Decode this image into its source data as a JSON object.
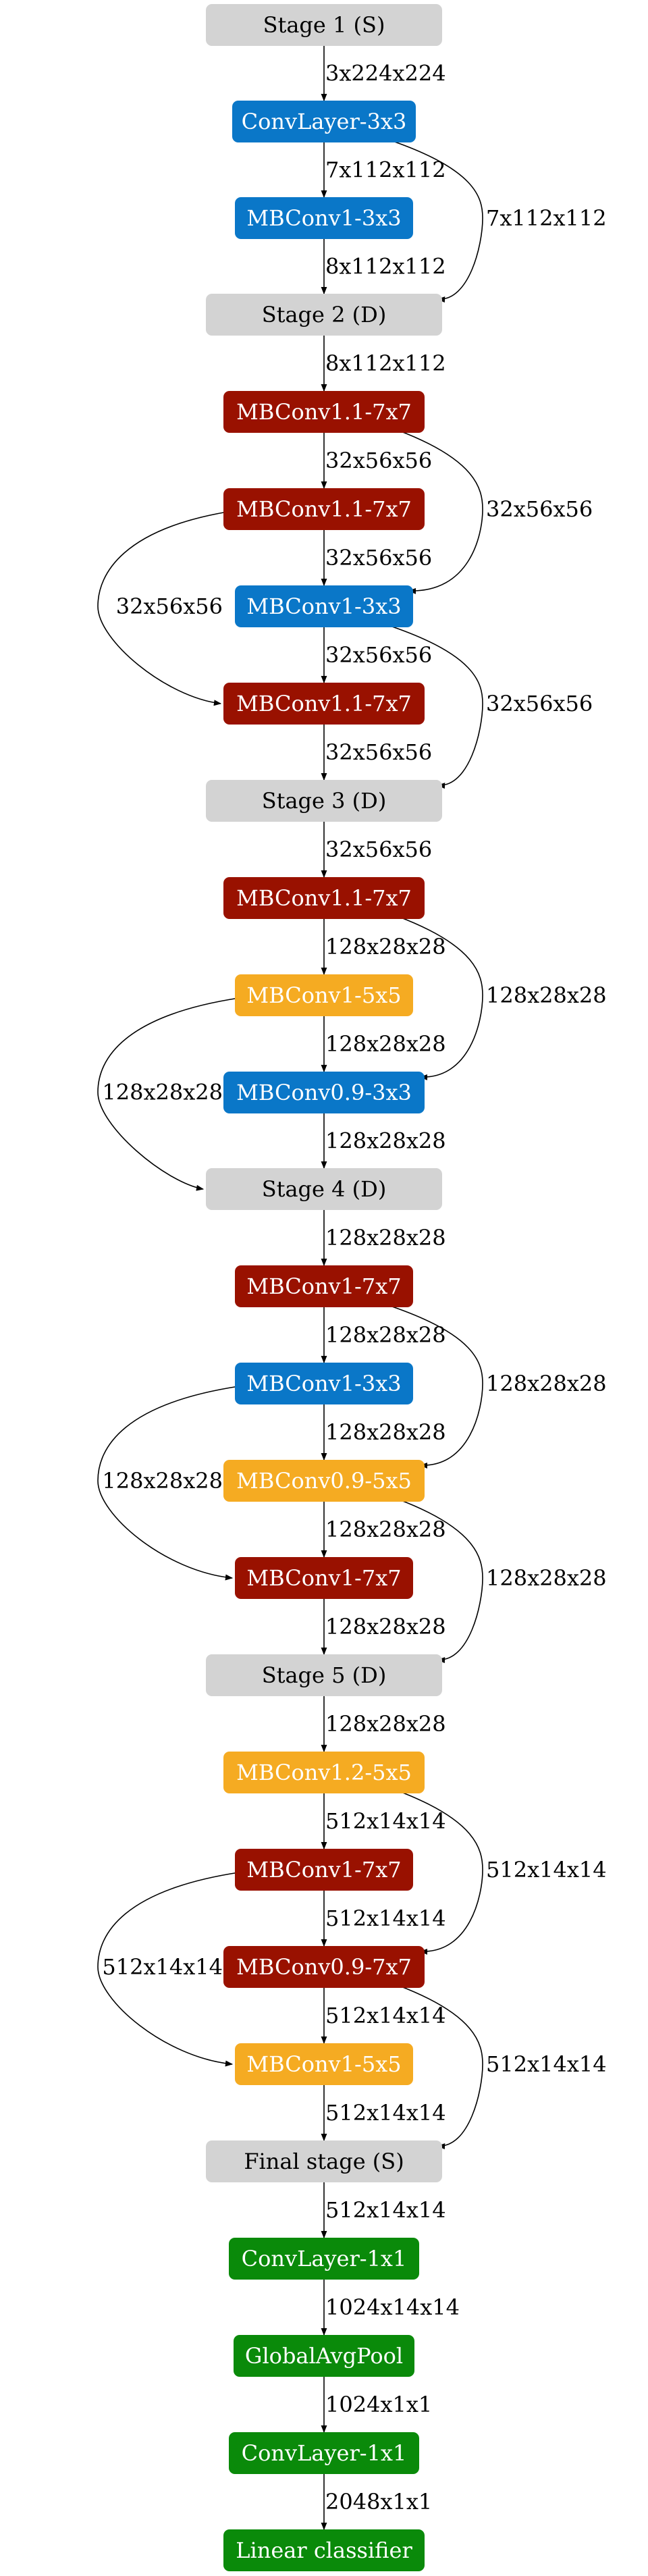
{
  "colors": {
    "stage": "#d3d3d3",
    "mbconv_7x7": "#991100",
    "mbconv_3x3": "#0a77c8",
    "mbconv_5x5": "#f5ab22",
    "dense": "#0a8a0a",
    "edge": "#000000"
  },
  "nodes": [
    {
      "id": "s1",
      "label": "Stage 1 (S)",
      "kind": "stage"
    },
    {
      "id": "n1",
      "label": "ConvLayer-3x3",
      "kind": "mbconv_3x3"
    },
    {
      "id": "n2",
      "label": "MBConv1-3x3",
      "kind": "mbconv_3x3"
    },
    {
      "id": "s2",
      "label": "Stage 2 (D)",
      "kind": "stage"
    },
    {
      "id": "n3",
      "label": "MBConv1.1-7x7",
      "kind": "mbconv_7x7"
    },
    {
      "id": "n4",
      "label": "MBConv1.1-7x7",
      "kind": "mbconv_7x7"
    },
    {
      "id": "n5",
      "label": "MBConv1-3x3",
      "kind": "mbconv_3x3"
    },
    {
      "id": "n6",
      "label": "MBConv1.1-7x7",
      "kind": "mbconv_7x7"
    },
    {
      "id": "s3",
      "label": "Stage 3 (D)",
      "kind": "stage"
    },
    {
      "id": "n7",
      "label": "MBConv1.1-7x7",
      "kind": "mbconv_7x7"
    },
    {
      "id": "n8",
      "label": "MBConv1-5x5",
      "kind": "mbconv_5x5"
    },
    {
      "id": "n9",
      "label": "MBConv0.9-3x3",
      "kind": "mbconv_3x3"
    },
    {
      "id": "s4",
      "label": "Stage 4 (D)",
      "kind": "stage"
    },
    {
      "id": "n10",
      "label": "MBConv1-7x7",
      "kind": "mbconv_7x7"
    },
    {
      "id": "n11",
      "label": "MBConv1-3x3",
      "kind": "mbconv_3x3"
    },
    {
      "id": "n12",
      "label": "MBConv0.9-5x5",
      "kind": "mbconv_5x5"
    },
    {
      "id": "n13",
      "label": "MBConv1-7x7",
      "kind": "mbconv_7x7"
    },
    {
      "id": "s5",
      "label": "Stage 5 (D)",
      "kind": "stage"
    },
    {
      "id": "n14",
      "label": "MBConv1.2-5x5",
      "kind": "mbconv_5x5"
    },
    {
      "id": "n15",
      "label": "MBConv1-7x7",
      "kind": "mbconv_7x7"
    },
    {
      "id": "n16",
      "label": "MBConv0.9-7x7",
      "kind": "mbconv_7x7"
    },
    {
      "id": "n17",
      "label": "MBConv1-5x5",
      "kind": "mbconv_5x5"
    },
    {
      "id": "s6",
      "label": "Final stage (S)",
      "kind": "stage"
    },
    {
      "id": "n18",
      "label": "ConvLayer-1x1",
      "kind": "dense"
    },
    {
      "id": "n19",
      "label": "GlobalAvgPool",
      "kind": "dense"
    },
    {
      "id": "n20",
      "label": "ConvLayer-1x1",
      "kind": "dense"
    },
    {
      "id": "n21",
      "label": "Linear classifier",
      "kind": "dense"
    }
  ],
  "edges": [
    {
      "from": "s1",
      "to": "n1",
      "label": "3x224x224"
    },
    {
      "from": "n1",
      "to": "n2",
      "label": "7x112x112"
    },
    {
      "from": "n1",
      "to": "s2",
      "label": "7x112x112"
    },
    {
      "from": "n2",
      "to": "s2",
      "label": "8x112x112"
    },
    {
      "from": "s2",
      "to": "n3",
      "label": "8x112x112"
    },
    {
      "from": "n3",
      "to": "n4",
      "label": "32x56x56"
    },
    {
      "from": "n3",
      "to": "n5",
      "label": "32x56x56"
    },
    {
      "from": "n4",
      "to": "n5",
      "label": "32x56x56"
    },
    {
      "from": "n4",
      "to": "n6",
      "label": "32x56x56"
    },
    {
      "from": "n5",
      "to": "n6",
      "label": "32x56x56"
    },
    {
      "from": "n5",
      "to": "s3",
      "label": "32x56x56"
    },
    {
      "from": "n6",
      "to": "s3",
      "label": "32x56x56"
    },
    {
      "from": "s3",
      "to": "n7",
      "label": "32x56x56"
    },
    {
      "from": "n7",
      "to": "n8",
      "label": "128x28x28"
    },
    {
      "from": "n7",
      "to": "n9",
      "label": "128x28x28"
    },
    {
      "from": "n8",
      "to": "n9",
      "label": "128x28x28"
    },
    {
      "from": "n8",
      "to": "s4",
      "label": "128x28x28"
    },
    {
      "from": "n9",
      "to": "s4",
      "label": "128x28x28"
    },
    {
      "from": "s4",
      "to": "n10",
      "label": "128x28x28"
    },
    {
      "from": "n10",
      "to": "n11",
      "label": "128x28x28"
    },
    {
      "from": "n10",
      "to": "n12",
      "label": "128x28x28"
    },
    {
      "from": "n11",
      "to": "n12",
      "label": "128x28x28"
    },
    {
      "from": "n11",
      "to": "n13",
      "label": "128x28x28"
    },
    {
      "from": "n12",
      "to": "n13",
      "label": "128x28x28"
    },
    {
      "from": "n12",
      "to": "s5",
      "label": "128x28x28"
    },
    {
      "from": "n13",
      "to": "s5",
      "label": "128x28x28"
    },
    {
      "from": "s5",
      "to": "n14",
      "label": "128x28x28"
    },
    {
      "from": "n14",
      "to": "n15",
      "label": "512x14x14"
    },
    {
      "from": "n14",
      "to": "n16",
      "label": "512x14x14"
    },
    {
      "from": "n15",
      "to": "n16",
      "label": "512x14x14"
    },
    {
      "from": "n15",
      "to": "n17",
      "label": "512x14x14"
    },
    {
      "from": "n16",
      "to": "n17",
      "label": "512x14x14"
    },
    {
      "from": "n16",
      "to": "s6",
      "label": "512x14x14"
    },
    {
      "from": "n17",
      "to": "s6",
      "label": "512x14x14"
    },
    {
      "from": "s6",
      "to": "n18",
      "label": "512x14x14"
    },
    {
      "from": "n18",
      "to": "n19",
      "label": "1024x14x14"
    },
    {
      "from": "n19",
      "to": "n20",
      "label": "1024x1x1"
    },
    {
      "from": "n20",
      "to": "n21",
      "label": "2048x1x1"
    }
  ]
}
